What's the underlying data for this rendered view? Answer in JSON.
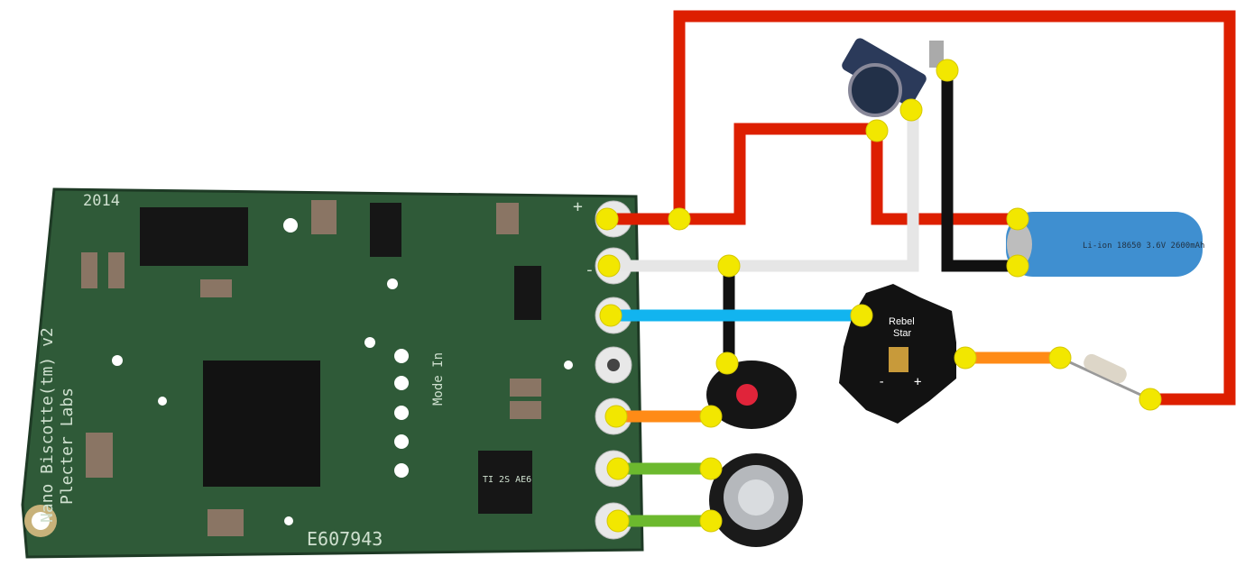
{
  "board": {
    "year": "2014",
    "name": "Nano Biscotte(tm) v2",
    "maker": "Plecter Labs",
    "serial": "E607943",
    "plus": "+",
    "minus": "-",
    "mode_label": "Mode In",
    "chip_text": "TI 2S AE6"
  },
  "battery": {
    "label": "Li-ion 18650 3.6V 2600mAh"
  },
  "led": {
    "label_1": "Rebel",
    "label_2": "Star",
    "minus": "-",
    "plus": "+"
  },
  "colors": {
    "power": "#dd1f00",
    "ground": "#e6e6e6",
    "return": "#111111",
    "led_signal": "#12b4ef",
    "switch": "#ff8b16",
    "speaker": "#6cb92e",
    "joint": "#f2e700",
    "pcb": "#2f5a38",
    "battery": "#3f8fd0"
  }
}
